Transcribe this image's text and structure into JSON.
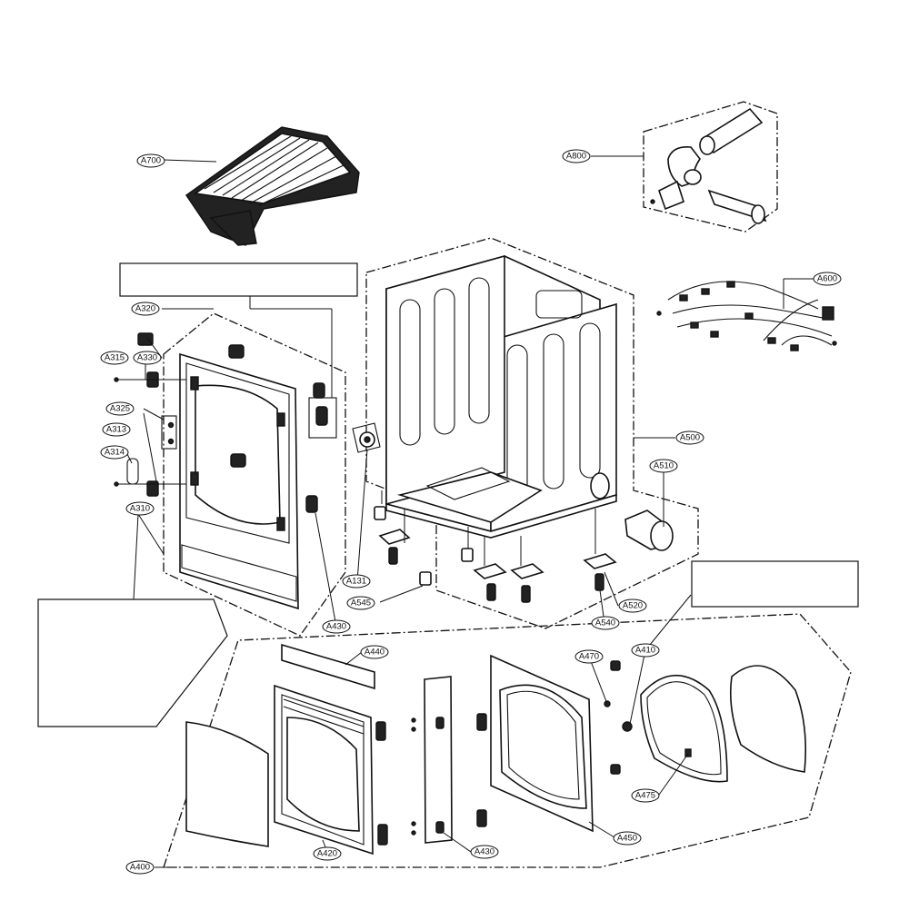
{
  "labels": [
    {
      "id": "A700",
      "text": "A700"
    },
    {
      "id": "A800",
      "text": "A800"
    },
    {
      "id": "A600",
      "text": "A600"
    },
    {
      "id": "A320",
      "text": "A320"
    },
    {
      "id": "A315",
      "text": "A315"
    },
    {
      "id": "A330",
      "text": "A330"
    },
    {
      "id": "A325",
      "text": "A325"
    },
    {
      "id": "A313",
      "text": "A313"
    },
    {
      "id": "A314",
      "text": "A314"
    },
    {
      "id": "A310",
      "text": "A310"
    },
    {
      "id": "A500",
      "text": "A500"
    },
    {
      "id": "A510",
      "text": "A510"
    },
    {
      "id": "A131",
      "text": "A131"
    },
    {
      "id": "A545",
      "text": "A545"
    },
    {
      "id": "A430a",
      "text": "A430"
    },
    {
      "id": "A520",
      "text": "A520"
    },
    {
      "id": "A540",
      "text": "A540"
    },
    {
      "id": "A440",
      "text": "A440"
    },
    {
      "id": "A470",
      "text": "A470"
    },
    {
      "id": "A410",
      "text": "A410"
    },
    {
      "id": "A475",
      "text": "A475"
    },
    {
      "id": "A450",
      "text": "A450"
    },
    {
      "id": "A430b",
      "text": "A430"
    },
    {
      "id": "A420",
      "text": "A420"
    },
    {
      "id": "A400",
      "text": "A400"
    }
  ]
}
